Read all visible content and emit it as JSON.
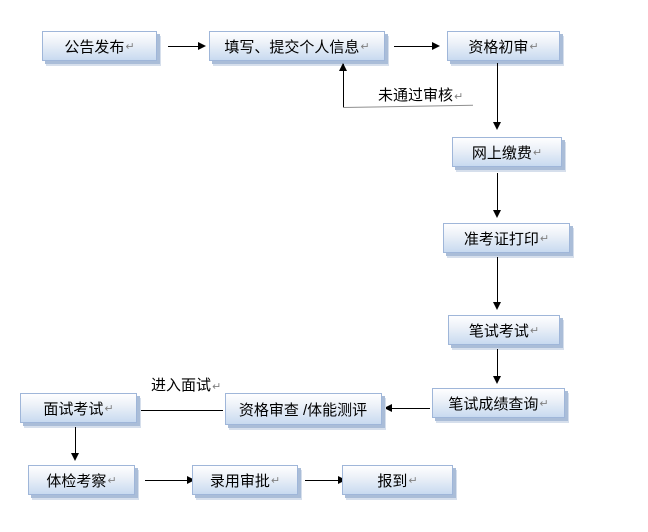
{
  "diagram": {
    "nodes": {
      "n1": {
        "label": "公告发布",
        "mark": "↵"
      },
      "n2": {
        "label": "填写、提交个人信息",
        "mark": "↵"
      },
      "n3": {
        "label": "资格初审",
        "mark": "↵"
      },
      "n4": {
        "label": "网上缴费",
        "mark": "↵"
      },
      "n5": {
        "label": "准考证打印",
        "mark": "↵"
      },
      "n6": {
        "label": "笔试考试",
        "mark": "↵"
      },
      "n7": {
        "label": "笔试成绩查询",
        "mark": "↵"
      },
      "n8": {
        "label": "资格审查 /体能测评",
        "mark": ""
      },
      "n9": {
        "label": "面试考试",
        "mark": "↵"
      },
      "n10": {
        "label": "体检考察",
        "mark": "↵"
      },
      "n11": {
        "label": "录用审批",
        "mark": "↵"
      },
      "n12": {
        "label": "报到",
        "mark": "↵"
      }
    },
    "edge_labels": {
      "fail_review": {
        "label": "未通过审核",
        "mark": "↵"
      },
      "enter_interview": {
        "label": "进入面试",
        "mark": "↵"
      }
    },
    "colors": {
      "background": "#ffffff",
      "node_fill_top": "#fefeff",
      "node_fill_bottom": "#c8daf0",
      "node_border": "#9fb6d9",
      "node_shadow": "#aabdd8",
      "arrow": "#000000",
      "connector_gray": "#8f8f8f",
      "text": "#000000",
      "paragraph_mark": "#808080"
    }
  }
}
